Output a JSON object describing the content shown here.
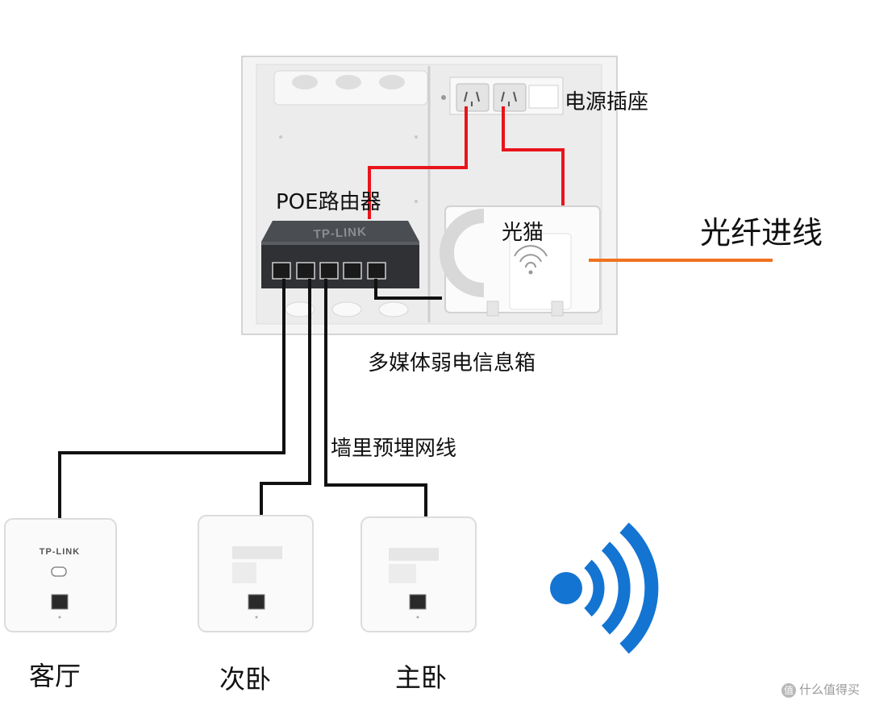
{
  "labels": {
    "power_socket": "电源插座",
    "poe_router": "POE路由器",
    "optical_modem": "光猫",
    "fiber_in": "光纤进线",
    "media_box": "多媒体弱电信息箱",
    "wall_cable": "墙里预埋网线",
    "room_living": "客厅",
    "room_second": "次卧",
    "room_master": "主卧"
  },
  "devices": {
    "router_brand": "TP-LINK",
    "panel_brand": "TP-LINK"
  },
  "watermark": "什么值得买",
  "colors": {
    "power_cable": "#e8141c",
    "fiber_cable": "#f0721e",
    "network_cable": "#111111",
    "wifi_icon": "#1474d2",
    "router_body": "#3a3c40",
    "box_body": "#f2f2f2"
  },
  "icons": [
    "wifi-icon",
    "power-socket-icon",
    "ethernet-port-icon"
  ]
}
